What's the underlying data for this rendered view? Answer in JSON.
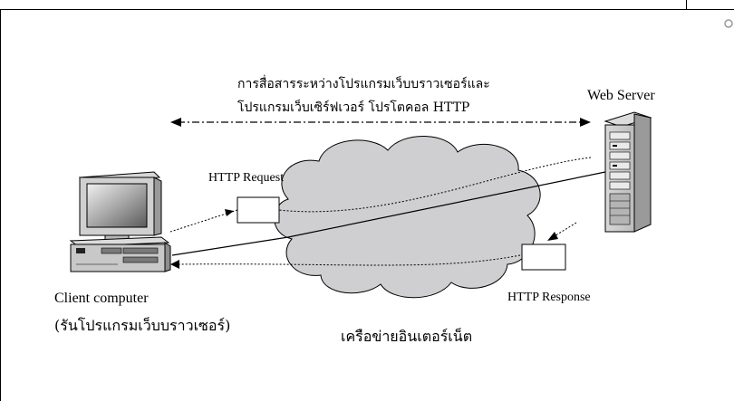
{
  "diagram": {
    "caption_line1": "การสื่อสารระหว่างโปรแกรมเว็บบราวเซอร์และ",
    "caption_line2": "โปรแกรมเว็บเซิร์ฟเวอร์   โปรโตคอล HTTP",
    "web_server_label": "Web Server",
    "http_request_label": "HTTP Request",
    "http_response_label": "HTTP Response",
    "client_label": "Client computer",
    "client_sublabel": "(รันโปรแกรมเว็บบราวเซอร์)",
    "internet_label": "เครือข่ายอินเตอร์เน็ต"
  },
  "colors": {
    "cloud_fill": "#cfcfd1",
    "cloud_stroke": "#000000",
    "line": "#000000"
  },
  "icons": {
    "client": "desktop-computer-icon",
    "server": "tower-server-icon",
    "cloud": "internet-cloud-icon"
  }
}
